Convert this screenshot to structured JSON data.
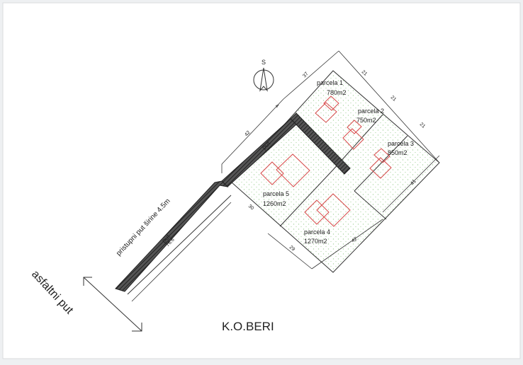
{
  "plan": {
    "location": "K.O.BERI",
    "north_letter": "S",
    "access_road": {
      "label": "pristupni put širine 4.5m",
      "road_text": "put",
      "length": "76.6"
    },
    "asphalt_road": "asfaltni put",
    "inner_road_text": "put",
    "parcels": [
      {
        "name": "parcela 1",
        "area": "780m2"
      },
      {
        "name": "parcela 2",
        "area": "750m2"
      },
      {
        "name": "parcela 3",
        "area": "850m2"
      },
      {
        "name": "parcela 4",
        "area": "1270m2"
      },
      {
        "name": "parcela 5",
        "area": "1260m2"
      }
    ],
    "dims": {
      "d37": "37",
      "d21a": "21",
      "d21b": "21",
      "d21c": "21",
      "d4": "4",
      "d42top": "42",
      "d41": "41",
      "d42bottom": "42",
      "d29": "29",
      "d30": "30"
    },
    "colors": {
      "house": "#d84a4a",
      "hatch": "#a8d4a0",
      "line": "#333333"
    }
  }
}
